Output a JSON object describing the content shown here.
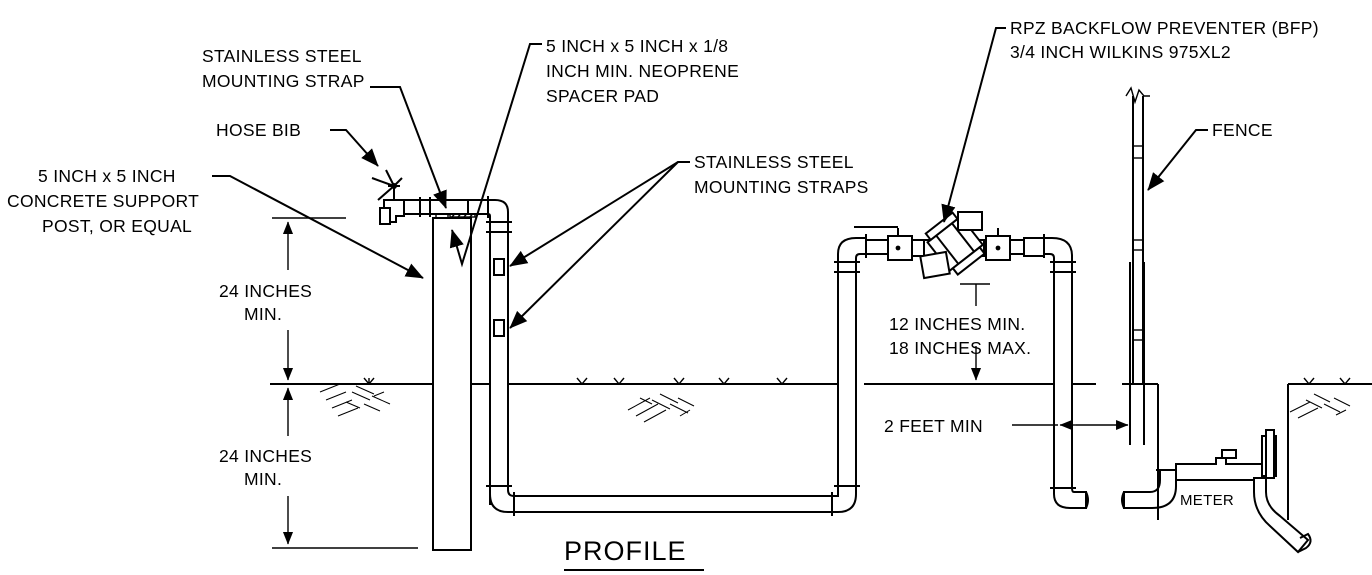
{
  "title": "PROFILE",
  "labels": {
    "strap_1": "STAINLESS STEEL",
    "strap_2": "MOUNTING STRAP",
    "pad_1": "5 INCH x 5 INCH x 1/8",
    "pad_2": "INCH MIN. NEOPRENE",
    "pad_3": "SPACER PAD",
    "bfp_1": "RPZ BACKFLOW PREVENTER (BFP)",
    "bfp_2": "3/4 INCH WILKINS 975XL2",
    "hose_bib": "HOSE BIB",
    "post_1": "5 INCH x 5 INCH",
    "post_2": "CONCRETE SUPPORT",
    "post_3": "POST, OR EQUAL",
    "straps_1": "STAINLESS STEEL",
    "straps_2": "MOUNTING STRAPS",
    "fence": "FENCE",
    "above_1": "24 INCHES",
    "above_2": "MIN.",
    "below_1": "24 INCHES",
    "below_2": "MIN.",
    "height_1": "12 INCHES MIN.",
    "height_2": "18 INCHES MAX.",
    "clearance": "2 FEET MIN",
    "meter": "METER"
  }
}
